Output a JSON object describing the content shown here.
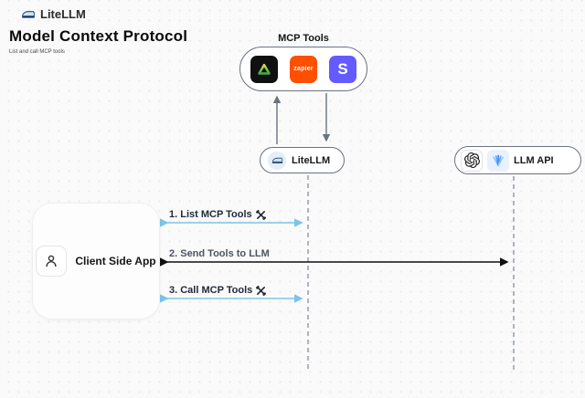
{
  "header": {
    "brand": "LiteLLM",
    "title": "Model Context Protocol",
    "subtitle": "List and call MCP tools"
  },
  "mcp_tools": {
    "label": "MCP Tools",
    "tools": [
      {
        "name": "triangle-tool",
        "style": "green triangle on black"
      },
      {
        "name": "zapier",
        "label": "zapier",
        "color": "#FF4F00"
      },
      {
        "name": "stripe",
        "letter": "S",
        "color": "#635BFF"
      }
    ]
  },
  "nodes": {
    "litellm": {
      "label": "LiteLLM"
    },
    "llm_api": {
      "label": "LLM API"
    },
    "client": {
      "label": "Client Side App"
    }
  },
  "sequence": {
    "steps": [
      {
        "label": "1. List MCP Tools",
        "tools_icon": true,
        "arrow_color": "#7cc4e8",
        "from": "Client Side App",
        "to": "LiteLLM"
      },
      {
        "label": "2. Send Tools to LLM",
        "tools_icon": false,
        "arrow_color": "#111111",
        "from": "Client Side App",
        "to": "LLM API"
      },
      {
        "label": "3. Call MCP Tools",
        "tools_icon": true,
        "arrow_color": "#7cc4e8",
        "from": "Client Side App",
        "to": "LiteLLM"
      }
    ]
  },
  "icons": {
    "brand": "train-icon",
    "litellm_node": "train-icon",
    "client": "person-icon",
    "llm_api_1": "openai-logo-icon",
    "llm_api_2": "blue-fan-provider-icon",
    "step_tools": "hammer-wrench-icon"
  },
  "colors": {
    "background": "#fafafa",
    "accent_blue": "#7cc4e8",
    "zapier_orange": "#FF4F00",
    "stripe_purple": "#635BFF",
    "triangle_green": "#8bc34a",
    "border_gray": "#6b7280",
    "lifeline_gray": "#9ca3af"
  }
}
